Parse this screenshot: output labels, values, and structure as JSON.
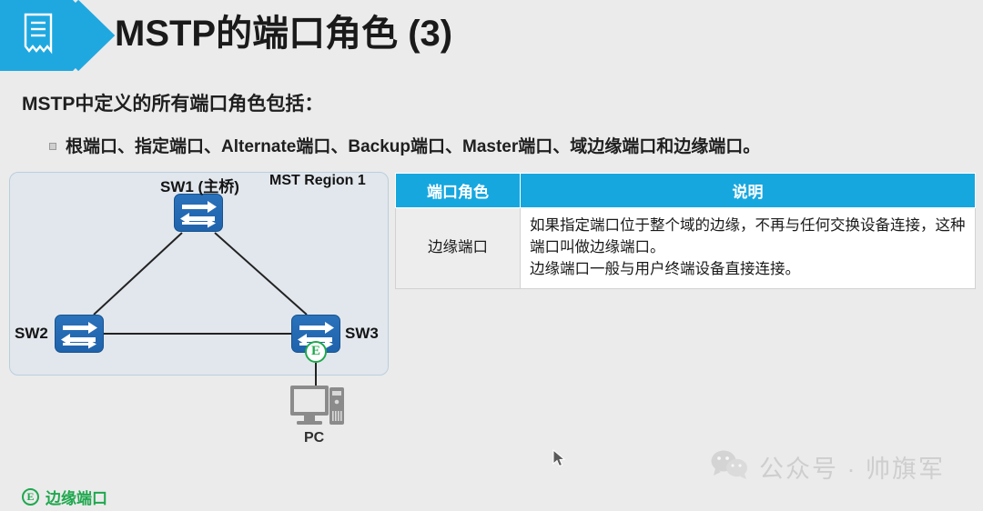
{
  "header": {
    "title": "MSTP的端口角色 (3)",
    "icon": "document-lines-icon",
    "banner_color": "#1FA8E0"
  },
  "content": {
    "intro": "MSTP中定义的所有端口角色包括：",
    "bullet": "根端口、指定端口、Alternate端口、Backup端口、Master端口、域边缘端口和边缘端口。"
  },
  "diagram": {
    "region_label": "MST Region 1",
    "nodes": [
      {
        "id": "sw1",
        "label": "SW1 (主桥)"
      },
      {
        "id": "sw2",
        "label": "SW2"
      },
      {
        "id": "sw3",
        "label": "SW3"
      },
      {
        "id": "pc",
        "label": "PC"
      }
    ],
    "edge_badge": "E",
    "panel_color": "#E2E7ED",
    "switch_color": "#2268B4",
    "badge_color": "#1FA84E"
  },
  "table": {
    "headers": [
      "端口角色",
      "说明"
    ],
    "rows": [
      {
        "role": "边缘端口",
        "description_lines": [
          "如果指定端口位于整个域的边缘，不再与任何交换设备连接，这种",
          "端口叫做边缘端口。",
          "边缘端口一般与用户终端设备直接连接。"
        ]
      }
    ],
    "header_color": "#16A7DF"
  },
  "legend": {
    "badge": "E",
    "label": "边缘端口",
    "color": "#1FA84E"
  },
  "watermark": {
    "text": "公众号 · 帅旗军",
    "icon": "wechat-icon"
  }
}
